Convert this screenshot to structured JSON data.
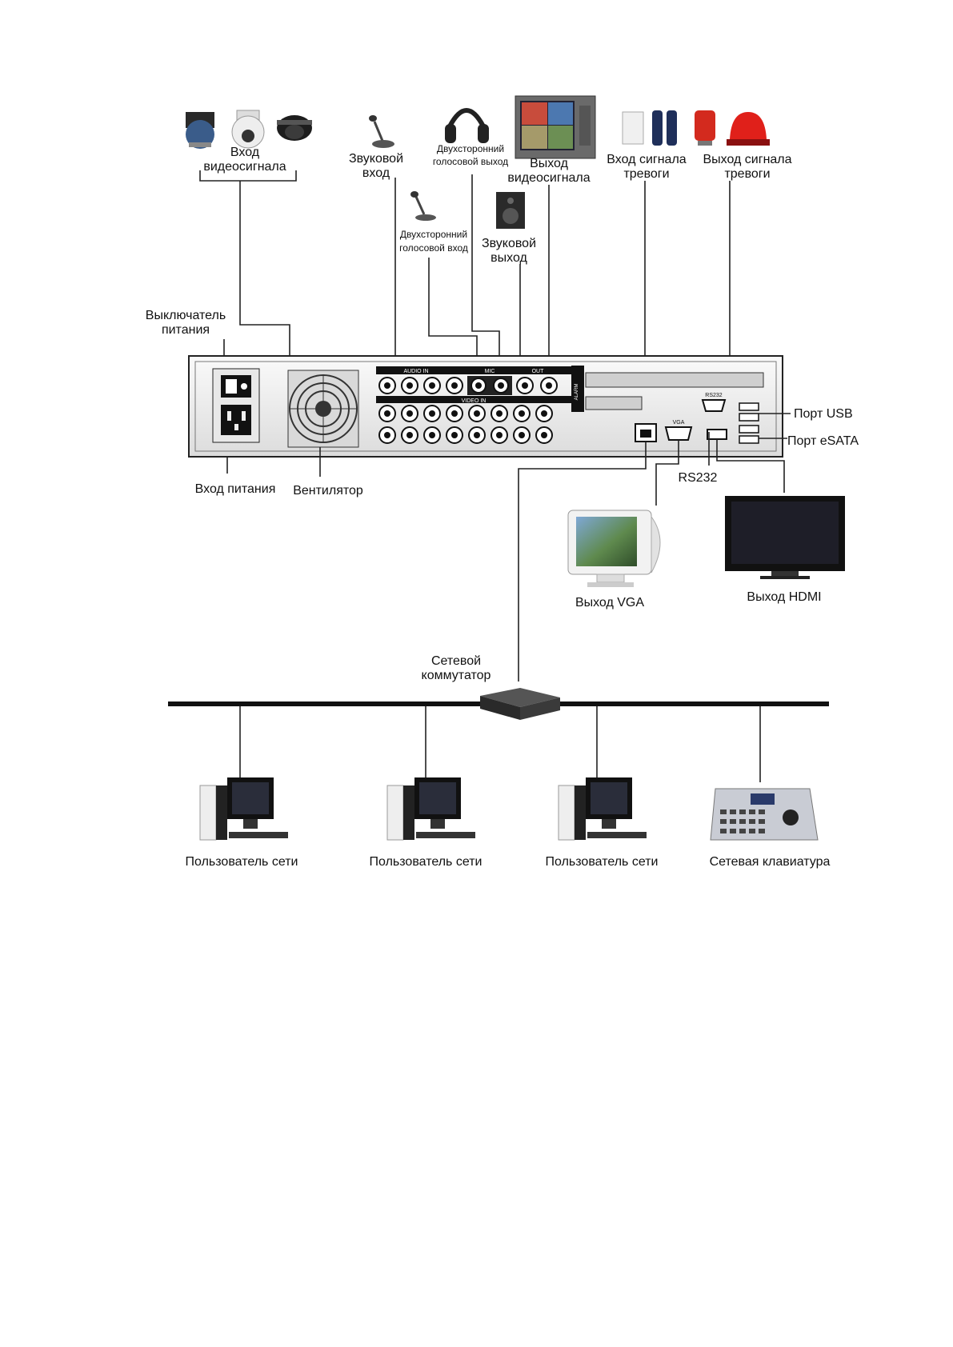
{
  "labels": {
    "video_input": [
      "Вход",
      "видеосигнала"
    ],
    "audio_input": [
      "Звуковой",
      "вход"
    ],
    "talk_output": [
      "Двухсторонний",
      "голосовой выход"
    ],
    "video_output": [
      "Выход",
      "видеосигнала"
    ],
    "alarm_input": [
      "Вход сигнала",
      "тревоги"
    ],
    "alarm_output": [
      "Выход сигнала",
      "тревоги"
    ],
    "talk_input": [
      "Двухсторонний",
      "голосовой вход"
    ],
    "audio_output": [
      "Звуковой",
      "выход"
    ],
    "power_switch": [
      "Выключатель",
      "питания"
    ],
    "power_input": "Вход питания",
    "fan": "Вентилятор",
    "usb_port": "Порт USB",
    "esata_port": "Порт eSATA",
    "rs232": "RS232",
    "vga_output": "Выход VGA",
    "hdmi_output": "Выход HDMI",
    "network_switch": [
      "Сетевой",
      "коммутатор"
    ],
    "network_user_1": "Пользователь сети",
    "network_user_2": "Пользователь сети",
    "network_user_3": "Пользователь сети",
    "network_keyboard": "Сетевая клавиатура"
  },
  "panel_text": {
    "audio_in": "AUDIO IN",
    "mic": "MIC",
    "out": "OUT",
    "video_in": "VIDEO IN",
    "vga": "VGA",
    "rs232": "RS232",
    "alarm": "ALARM"
  }
}
